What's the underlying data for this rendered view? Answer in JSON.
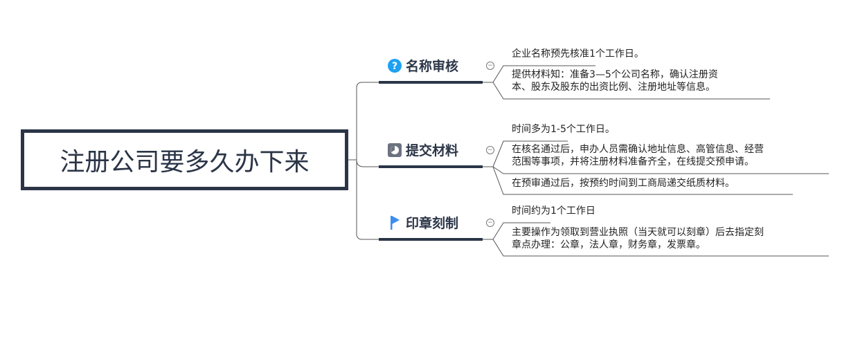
{
  "root": {
    "title": "注册公司要多久办下来"
  },
  "branches": [
    {
      "label": "名称审核",
      "icon": "question-icon",
      "leaves": [
        "企业名称预先核准1个工作日。",
        "提供材料知：准备3—5个公司名称，确认注册资\n本、股东及股东的出资比例、注册地址等信息。"
      ]
    },
    {
      "label": "提交材料",
      "icon": "chart-icon",
      "leaves": [
        "时间多为1-5个工作日。",
        "在核名通过后，申办人员需确认地址信息、高管信息、经营\n范围等事项，并将注册材料准备齐全，在线提交预申请。",
        "在预审通过后，按预约时间到工商局递交纸质材料。"
      ]
    },
    {
      "label": "印章刻制",
      "icon": "flag-icon",
      "leaves": [
        "时间约为1个工作日",
        "主要操作为领取到营业执照（当天就可以刻章）后去指定刻\n章点办理：公章，法人章，财务章，发票章。"
      ]
    }
  ],
  "colors": {
    "dark": "#2b3547",
    "accent": "#1ea1f2",
    "flag": "#3d8ef0"
  },
  "collapse_symbol": "−"
}
